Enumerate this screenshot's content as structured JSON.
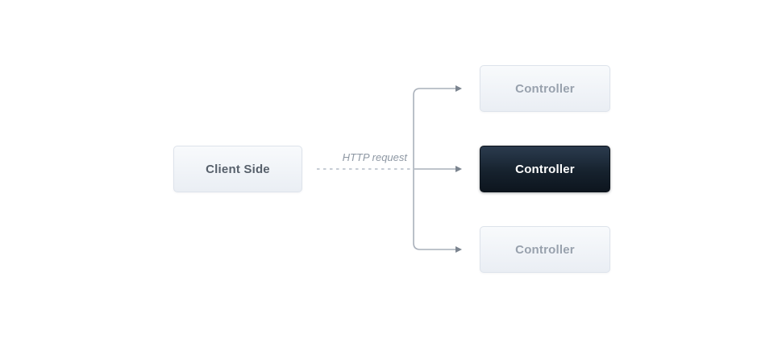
{
  "diagram": {
    "title": "client-to-controllers-http-diagram",
    "background_color": "#ffffff",
    "client_box": {
      "label": "Client Side",
      "text_color": "#57606b",
      "background_top": "#f8fafc",
      "background_bottom": "#eaeef4",
      "border_color": "#dde3eb"
    },
    "arrow": {
      "label": "HTTP request",
      "label_color": "#8d97a3",
      "dashed_line_color": "#c6ccd4",
      "solid_line_color": "#a9b0ba",
      "arrowhead_color": "#7b848f"
    },
    "controllers": [
      {
        "label": "Controller",
        "state": "inactive"
      },
      {
        "label": "Controller",
        "state": "active"
      },
      {
        "label": "Controller",
        "state": "inactive"
      }
    ],
    "active_box_colors": {
      "background_top": "#2b3b4e",
      "background_bottom": "#0d151e",
      "text_color": "#ffffff"
    }
  }
}
